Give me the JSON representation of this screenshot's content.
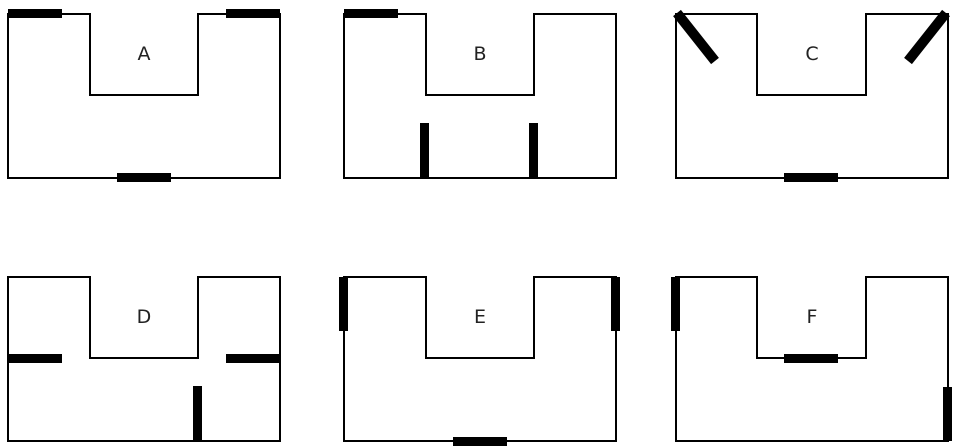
{
  "colors": {
    "outline": "#000000",
    "bar": "#000000",
    "label": "#222222",
    "background": "#ffffff"
  },
  "panels": [
    {
      "label": "A"
    },
    {
      "label": "B"
    },
    {
      "label": "C"
    },
    {
      "label": "D"
    },
    {
      "label": "E"
    },
    {
      "label": "F"
    }
  ]
}
